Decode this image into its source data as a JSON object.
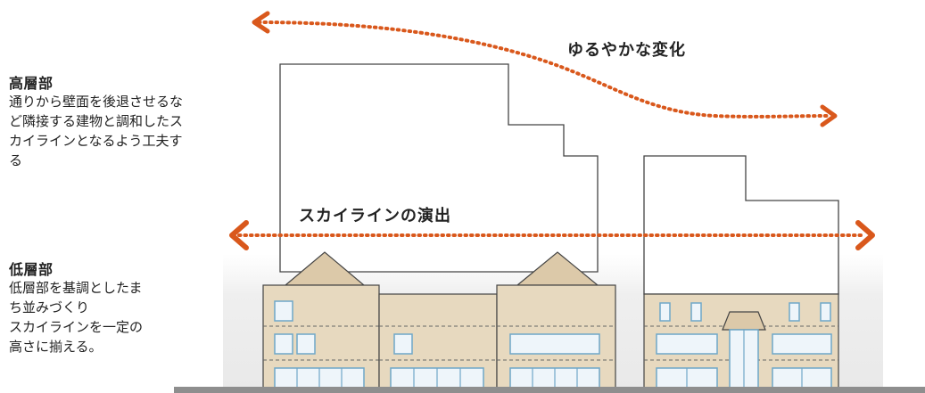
{
  "high_rise": {
    "heading": "高層部",
    "description": "通りから壁面を後退させるな\nど隣接する建物と調和したス\nカイラインとなるよう工夫す\nる"
  },
  "low_rise": {
    "heading": "低層部",
    "description": "低層部を基調としたま\nち並みづくり\nスカイラインを一定の\n高さに揃える。"
  },
  "labels": {
    "gentle_change": "ゆるやかな変化",
    "skyline_direction": "スカイラインの演出"
  },
  "colors": {
    "arrow": "#d9581c",
    "facade": "#e7d9bf",
    "facade_stroke": "#444444",
    "roof": "#dcc9a9",
    "window_frame": "#6fa7c8",
    "window_fill": "#eef5fa",
    "ground": "#8e8e8e",
    "upper_outline": "#444444"
  }
}
